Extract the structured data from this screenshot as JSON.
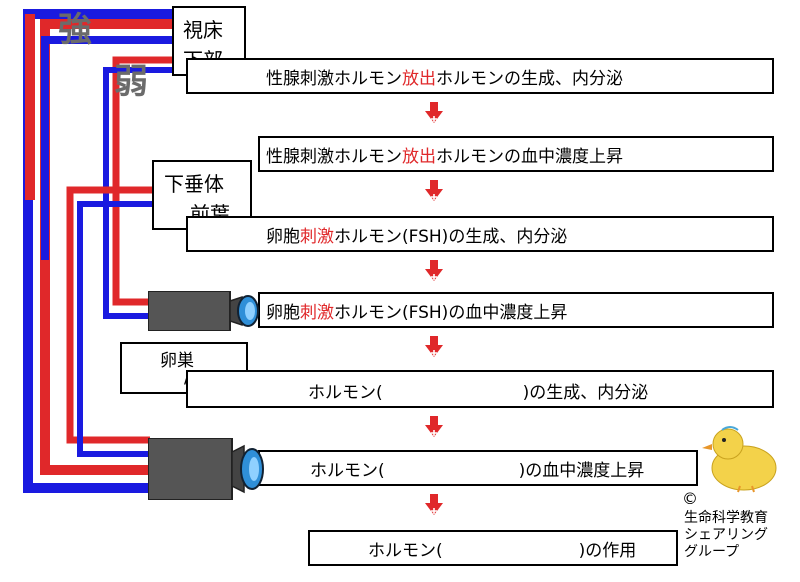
{
  "colors": {
    "red": "#e0282a",
    "blue": "#1a1ae0",
    "camera": "#555555",
    "lens": "#2f8fd8"
  },
  "labels": {
    "strong": "強",
    "weak": "弱",
    "hypothalamus_line1": "視床",
    "hypothalamus_line2": "下部",
    "pituitary_line1": "下垂体",
    "pituitary_line2": "前葉",
    "ovary_line1": "卵巣",
    "ovary_line2": "/"
  },
  "steps": [
    {
      "pre": "性腺刺激ホルモン",
      "hl": "放出",
      "post": "ホルモンの生成、内分泌"
    },
    {
      "pre": "性腺刺激ホルモン",
      "hl": "放出",
      "post": "ホルモンの血中濃度上昇"
    },
    {
      "pre": "卵胞",
      "hl": "刺激",
      "post": "ホルモン(FSH)の生成、内分泌"
    },
    {
      "pre": "卵胞",
      "hl": "刺激",
      "post": "ホルモン(FSH)の血中濃度上昇"
    },
    {
      "pre": "ホルモン(",
      "blank": "",
      "post": ")の生成、内分泌"
    },
    {
      "pre": "ホルモン(",
      "blank": "",
      "post": ")の血中濃度上昇"
    },
    {
      "pre": "ホルモン(",
      "blank": "",
      "post": ")の作用"
    }
  ],
  "credit": {
    "symbol": "©",
    "line1": "生命科学教育",
    "line2": "シェアリング",
    "line3": "グループ"
  }
}
